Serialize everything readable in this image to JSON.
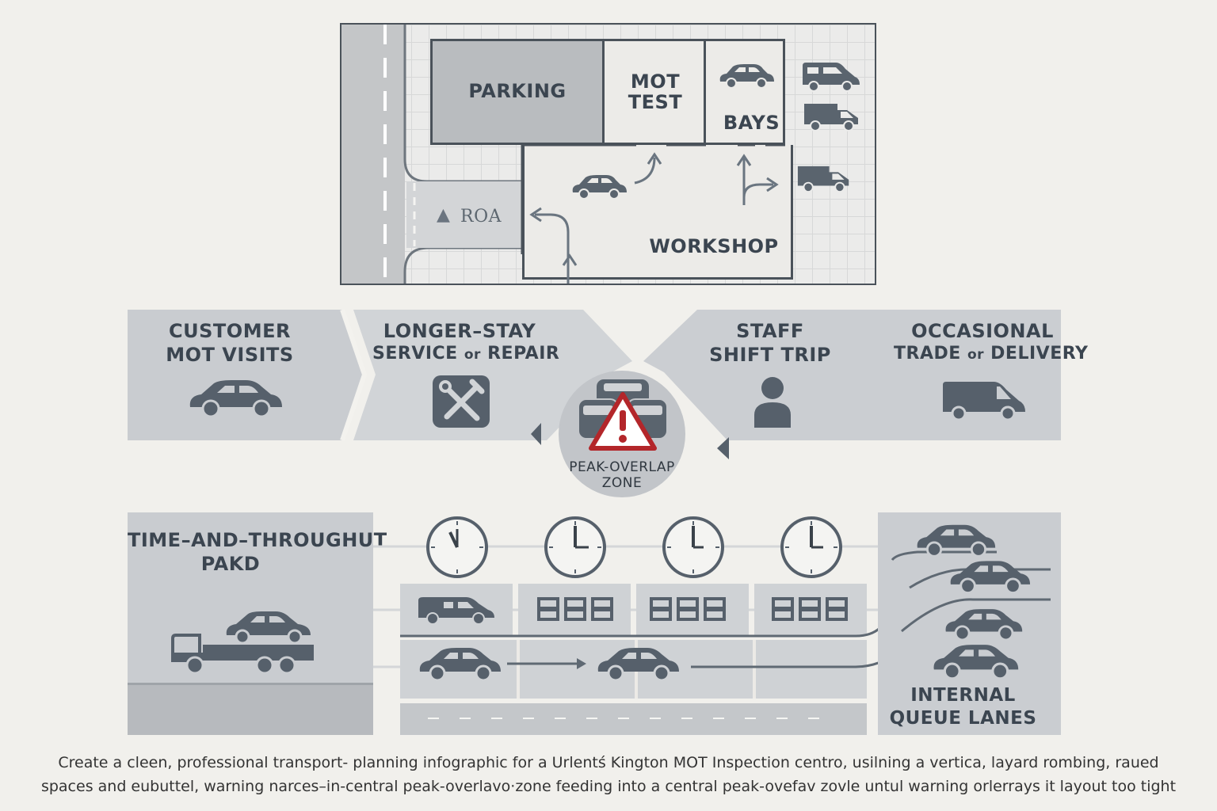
{
  "plan": {
    "parking": "PARKING",
    "mot_test_line1": "MOT",
    "mot_test_line2": "TEST",
    "bays": "BAYS",
    "workshop": "WORKSHOP",
    "road": "ROA"
  },
  "categories": [
    {
      "line1": "CUSTOMER",
      "line2": "MOT VISITS",
      "icon": "car-icon"
    },
    {
      "line1": "LONGER–STAY",
      "line2a": "SERVICE ",
      "line2b": "or",
      "line2c": " REPAIR",
      "icon": "tools-icon"
    },
    {
      "line1": "STAFF",
      "line2": "SHIFT TRIP",
      "icon": "person-icon"
    },
    {
      "line1": "OCCASIONAL",
      "line2a": "TRADE ",
      "line2b": "or",
      "line2c": " DELIVERY",
      "icon": "van-icon"
    }
  ],
  "peak_zone": {
    "line1": "PEAK-OVERLAP",
    "line2": "ZONE",
    "icon": "warning-icon"
  },
  "throughput": {
    "line1": "TIME–AND–THROUGHUT",
    "line2": "PAKD"
  },
  "queue": {
    "line1": "INTERNAL",
    "line2": "QUEUE LANES"
  },
  "caption": {
    "line1": "Create a cleen, professional transport- planning infographic  for a Urlentś Kington MOT Inspection centro, usilning a vertica,  layard rombing, raued",
    "line2": "spaces  and eubuttel, warning narces–in-central peak-overlavo·zone   feeding into a central peak-ovefav zovle untul warning orlerrays it layout too tight"
  },
  "colors": {
    "panel": "#c8ccd0",
    "panel_light": "#d8dadc",
    "icon": "#56606b",
    "warning": "#b3262a",
    "background": "#f1f0ec"
  }
}
